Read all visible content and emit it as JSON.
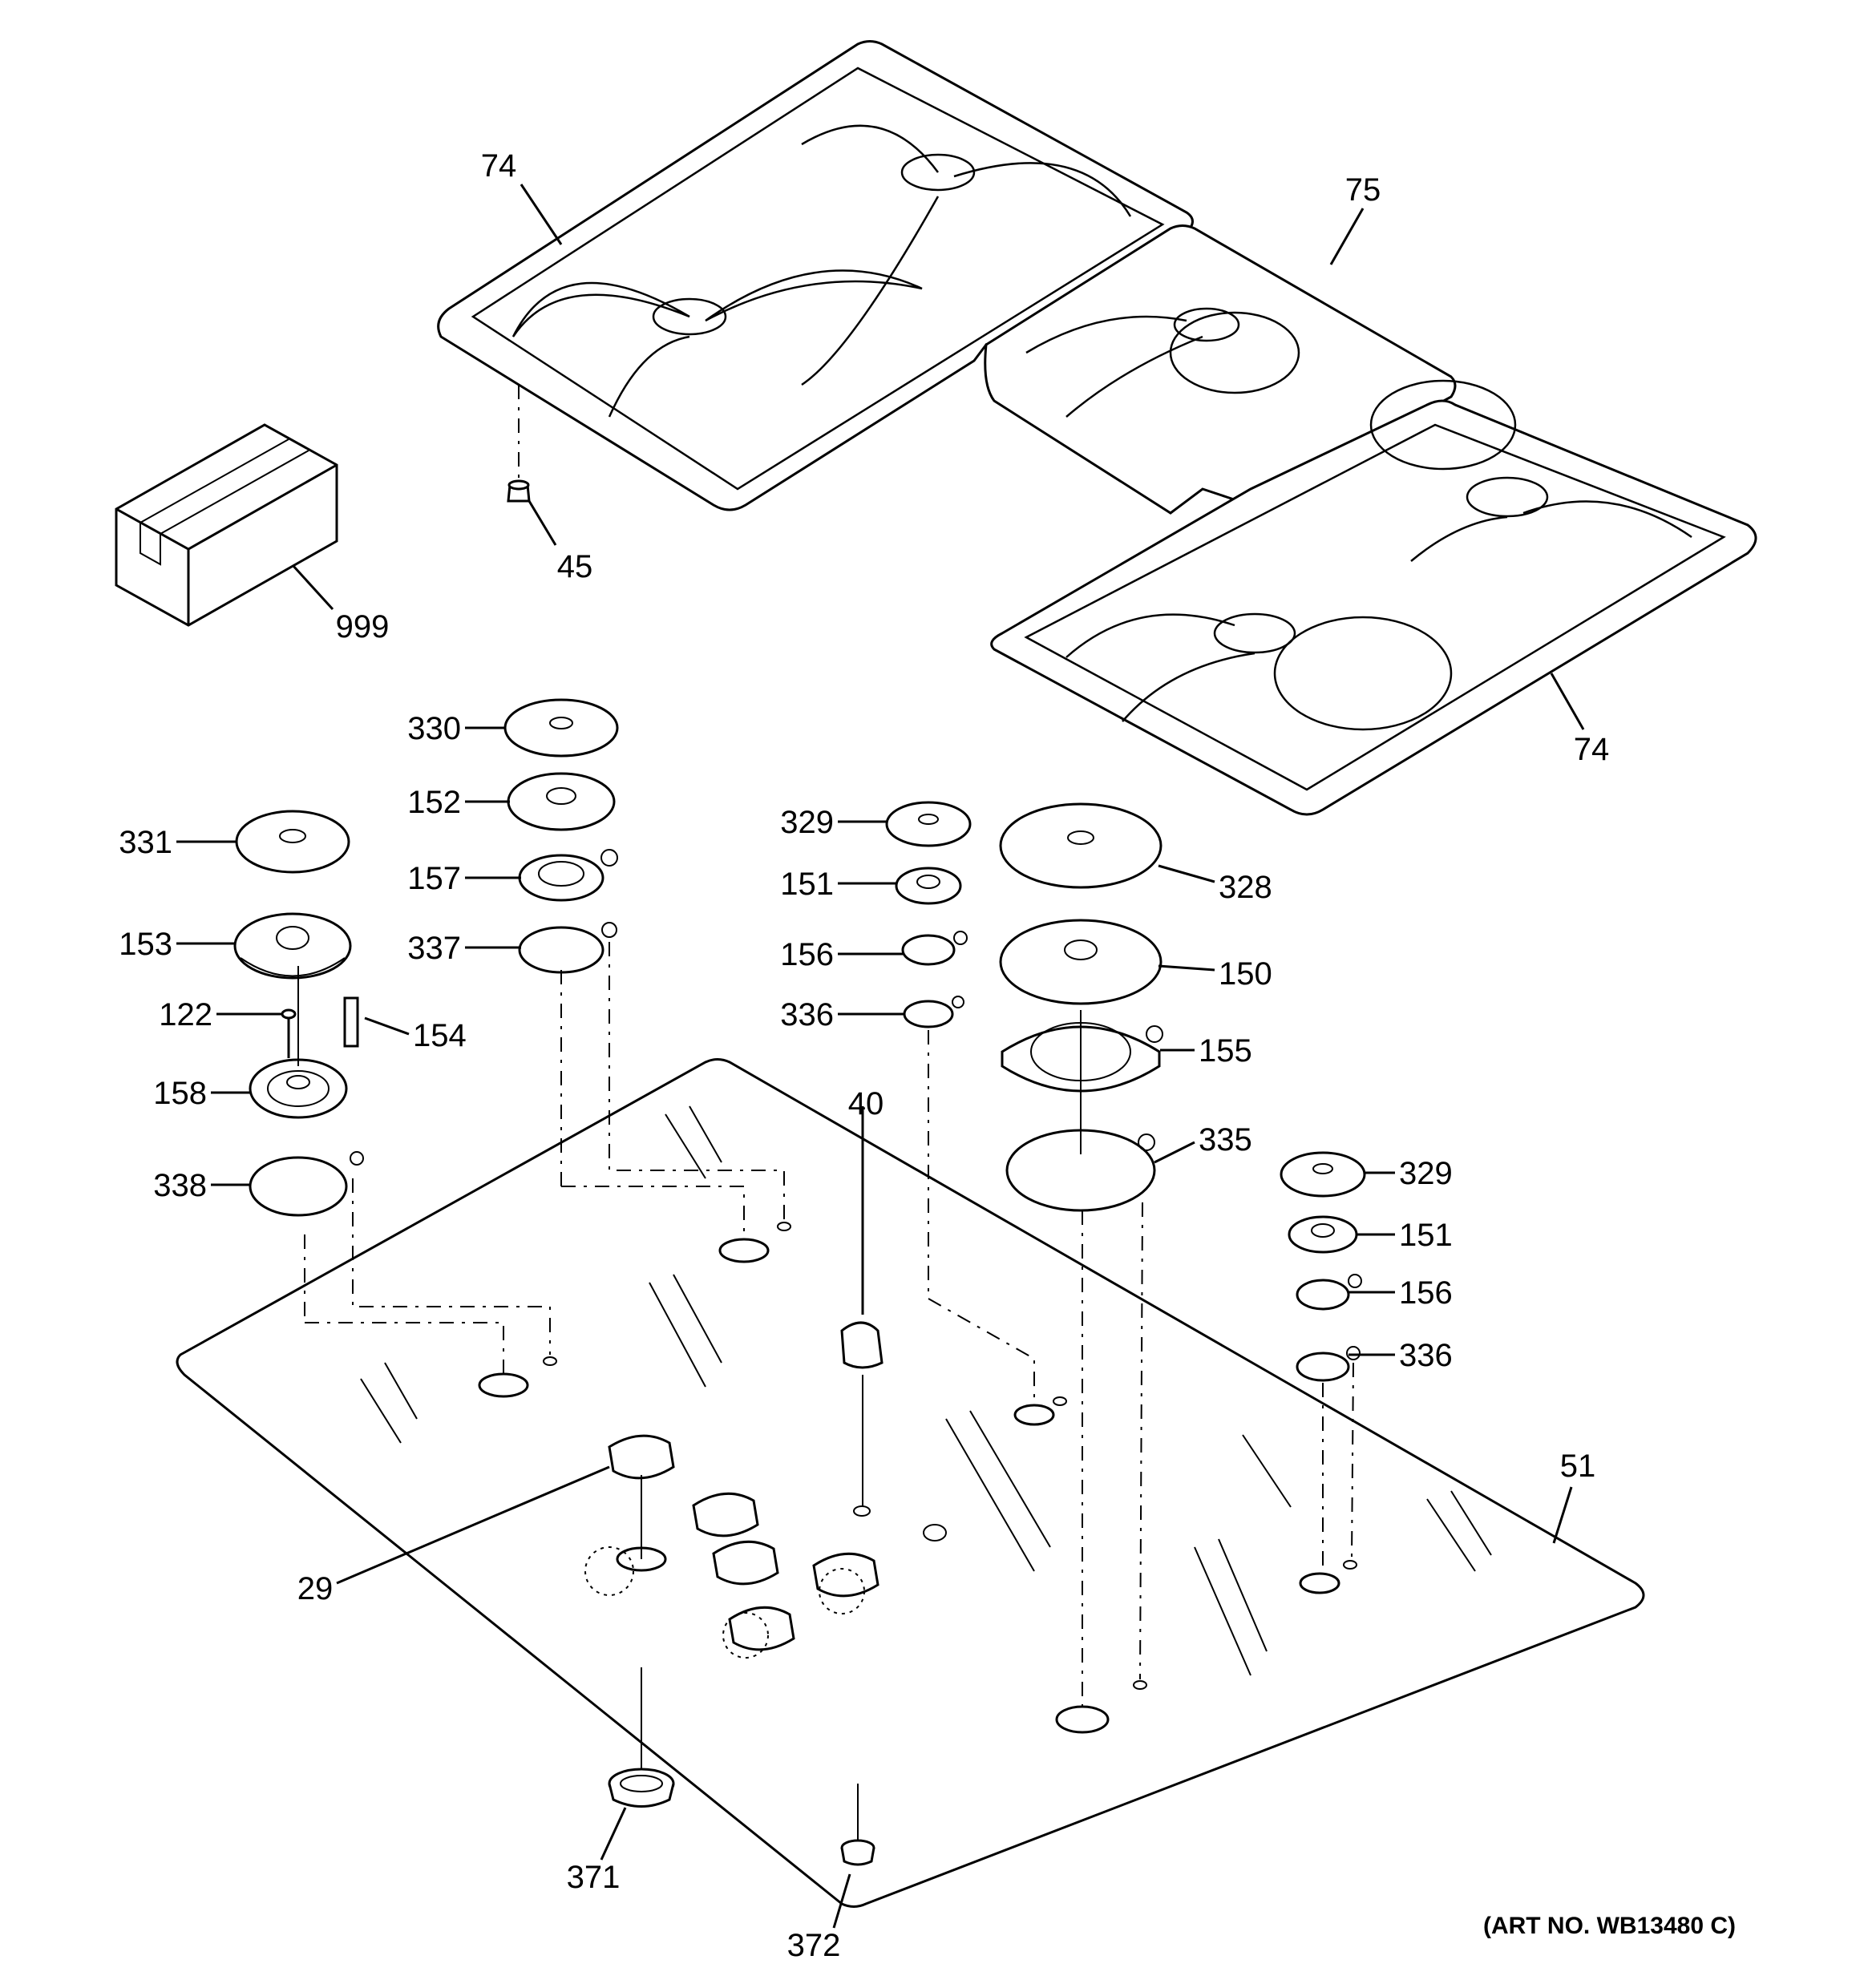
{
  "callouts": [
    {
      "id": "c74a",
      "text": "74"
    },
    {
      "id": "c75",
      "text": "75"
    },
    {
      "id": "c74b",
      "text": "74"
    },
    {
      "id": "c45",
      "text": "45"
    },
    {
      "id": "c999",
      "text": "999"
    },
    {
      "id": "c330",
      "text": "330"
    },
    {
      "id": "c152",
      "text": "152"
    },
    {
      "id": "c157",
      "text": "157"
    },
    {
      "id": "c337",
      "text": "337"
    },
    {
      "id": "c331",
      "text": "331"
    },
    {
      "id": "c153",
      "text": "153"
    },
    {
      "id": "c122",
      "text": "122"
    },
    {
      "id": "c154",
      "text": "154"
    },
    {
      "id": "c158",
      "text": "158"
    },
    {
      "id": "c338",
      "text": "338"
    },
    {
      "id": "c329a",
      "text": "329"
    },
    {
      "id": "c151a",
      "text": "151"
    },
    {
      "id": "c156a",
      "text": "156"
    },
    {
      "id": "c336a",
      "text": "336"
    },
    {
      "id": "c328",
      "text": "328"
    },
    {
      "id": "c150",
      "text": "150"
    },
    {
      "id": "c155",
      "text": "155"
    },
    {
      "id": "c335",
      "text": "335"
    },
    {
      "id": "c40",
      "text": "40"
    },
    {
      "id": "c329b",
      "text": "329"
    },
    {
      "id": "c151b",
      "text": "151"
    },
    {
      "id": "c156b",
      "text": "156"
    },
    {
      "id": "c336b",
      "text": "336"
    },
    {
      "id": "c51",
      "text": "51"
    },
    {
      "id": "c29",
      "text": "29"
    },
    {
      "id": "c371",
      "text": "371"
    },
    {
      "id": "c372",
      "text": "372"
    }
  ],
  "art_number": "(ART NO. WB13480 C)"
}
